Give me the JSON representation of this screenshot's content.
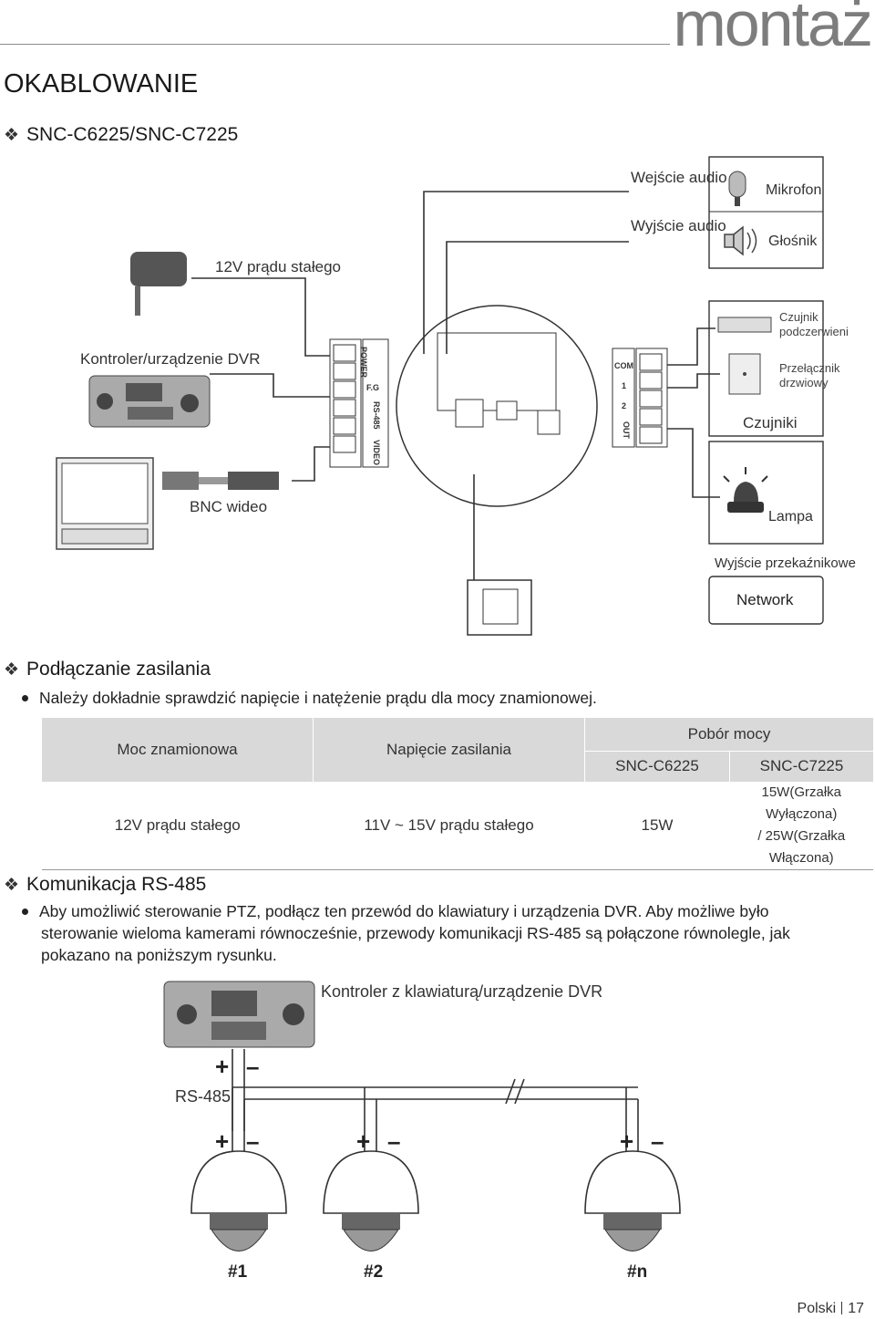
{
  "header": {
    "chapter": "montaż",
    "section_title": "OKABLOWANIE"
  },
  "model_heading": "SNC-C6225/SNC-C7225",
  "diagram": {
    "audio_in": "Wejście audio",
    "audio_out": "Wyjście audio",
    "mic": "Mikrofon",
    "speaker": "Głośnik",
    "power_12v": "12V prądu stałego",
    "controller": "Kontroler/urządzenie DVR",
    "bnc": "BNC wideo",
    "ir_sensor_1": "Czujnik",
    "ir_sensor_2": "podczerwieni",
    "door_1": "Przełącznik",
    "door_2": "drzwiowy",
    "sensors": "Czujniki",
    "lamp": "Lampa",
    "relay_out": "Wyjście przekaźnikowe",
    "network": "Network",
    "terminal_power": "POWER",
    "terminal_fg": "F.G",
    "terminal_rs485": "RS-485",
    "terminal_video": "VIDEO",
    "terminal_com": "COM",
    "terminal_1": "1",
    "terminal_2": "2",
    "terminal_out": "OUT"
  },
  "power_section": {
    "heading": "Podłączanie zasilania",
    "bullet": "Należy dokładnie sprawdzić napięcie i natężenie prądu dla mocy znamionowej."
  },
  "power_table": {
    "col_rated": "Moc znamionowa",
    "col_voltage": "Napięcie zasilania",
    "col_consumption": "Pobór mocy",
    "model_a": "SNC-C6225",
    "model_b": "SNC-C7225",
    "row_rated": "12V prądu stałego",
    "row_voltage": "11V ~ 15V prądu stałego",
    "row_a": "15W",
    "row_b_line1": "15W(Grzałka Wyłączona)",
    "row_b_line2": "/ 25W(Grzałka Włączona)"
  },
  "rs485_section": {
    "heading": "Komunikacja RS-485",
    "bullet_line1": "Aby umożliwić sterowanie PTZ, podłącz ten przewód do klawiatury i urządzenia DVR. Aby możliwe było",
    "bullet_line2": "sterowanie wieloma kamerami równocześnie, przewody komunikacji RS-485 są połączone równolegle, jak",
    "bullet_line3": "pokazano na poniższym rysunku.",
    "keyboard_label": "Kontroler z klawiaturą/urządzenie DVR",
    "bus_label": "RS-485",
    "plus": "+",
    "minus": "–",
    "cam1": "#1",
    "cam2": "#2",
    "camn": "#n"
  },
  "footer": {
    "language": "Polski",
    "page": "17"
  }
}
